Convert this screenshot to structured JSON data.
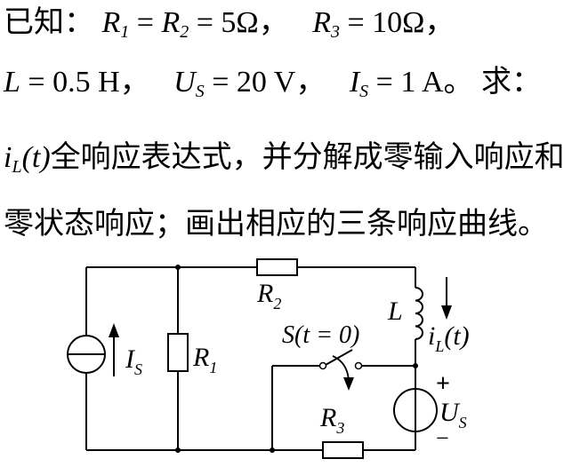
{
  "given": {
    "prefix": "已知：",
    "R_equal": "= ",
    "R_val": "= 5Ω，",
    "R3_val": "= 10Ω，",
    "L_val": "= 0.5 H，",
    "Us_val": "= 20 V，",
    "Is_val": "= 1 A。",
    "ask": "求："
  },
  "question": {
    "line1_suffix": "全响应表达式，并分解成零输入响应和",
    "line2": "零状态响应；画出相应的三条响应曲线。"
  },
  "symbols": {
    "R": "R",
    "L": "L",
    "U": "U",
    "I": "I",
    "i": "i",
    "t": "(t)",
    "sub1": "1",
    "sub2": "2",
    "sub3": "3",
    "subS": "S",
    "subL": "L"
  },
  "circuit": {
    "Is_label": "I",
    "Is_sub": "S",
    "R1_label": "R",
    "R1_sub": "1",
    "R2_label": "R",
    "R2_sub": "2",
    "R3_label": "R",
    "R3_sub": "3",
    "L_label": "L",
    "switch_label": "S(t = 0)",
    "iL_label": "i",
    "iL_sub": "L",
    "iL_arg": "(t)",
    "Us_label": "U",
    "Us_sub": "S",
    "plus": "+",
    "minus": "−"
  }
}
